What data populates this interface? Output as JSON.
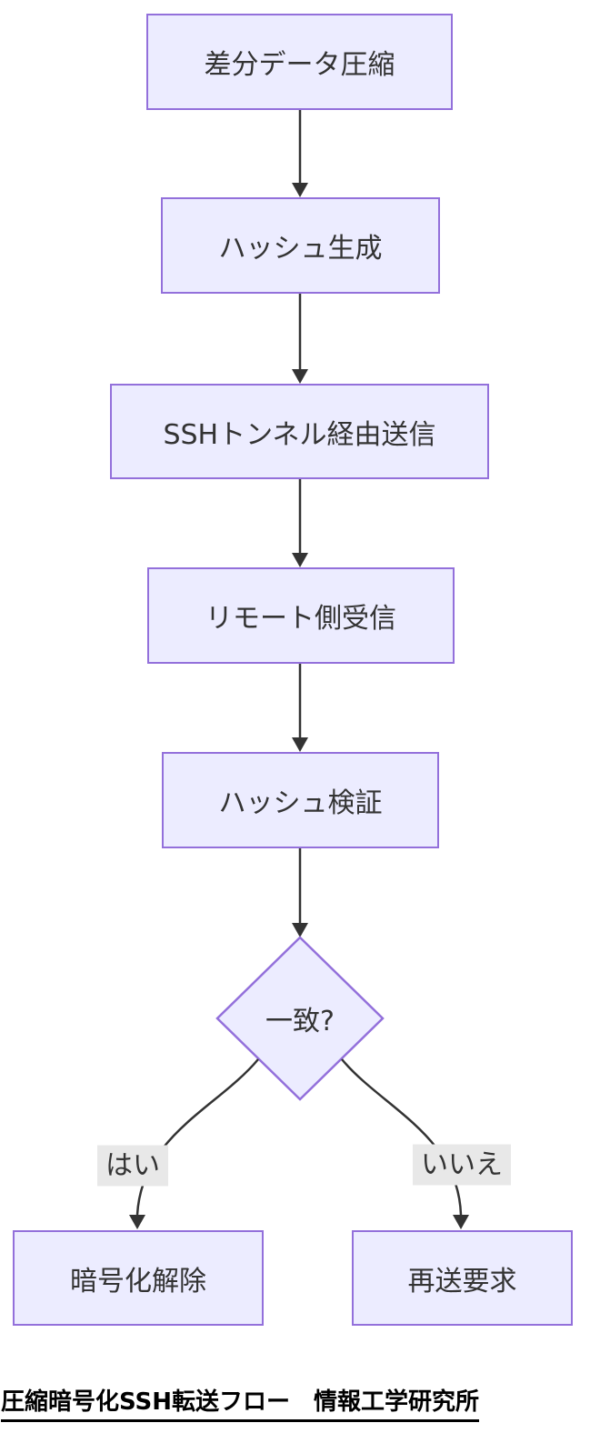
{
  "diagram": {
    "type": "flowchart",
    "direction": "top-down",
    "nodes": [
      {
        "id": "compress",
        "label": "差分データ圧縮",
        "shape": "rect"
      },
      {
        "id": "hash_generate",
        "label": "ハッシュ生成",
        "shape": "rect"
      },
      {
        "id": "ssh_send",
        "label": "SSHトンネル経由送信",
        "shape": "rect"
      },
      {
        "id": "remote_receive",
        "label": "リモート側受信",
        "shape": "rect"
      },
      {
        "id": "hash_verify",
        "label": "ハッシュ検証",
        "shape": "rect"
      },
      {
        "id": "match_decision",
        "label": "一致?",
        "shape": "diamond"
      },
      {
        "id": "decrypt",
        "label": "暗号化解除",
        "shape": "rect"
      },
      {
        "id": "resend",
        "label": "再送要求",
        "shape": "rect"
      }
    ],
    "edges": [
      {
        "from": "compress",
        "to": "hash_generate",
        "label": ""
      },
      {
        "from": "hash_generate",
        "to": "ssh_send",
        "label": ""
      },
      {
        "from": "ssh_send",
        "to": "remote_receive",
        "label": ""
      },
      {
        "from": "remote_receive",
        "to": "hash_verify",
        "label": ""
      },
      {
        "from": "hash_verify",
        "to": "match_decision",
        "label": ""
      },
      {
        "from": "match_decision",
        "to": "decrypt",
        "label": "はい"
      },
      {
        "from": "match_decision",
        "to": "resend",
        "label": "いいえ"
      }
    ],
    "colors": {
      "node_fill": "#ECECFF",
      "node_border": "#9370DB",
      "edge_stroke": "#333333",
      "edge_label_bg": "#e8e8e8",
      "node_text": "#333333",
      "footer_text": "#000000",
      "background": "#ffffff"
    }
  },
  "footer": {
    "title": "圧縮暗号化SSH転送フロー　情報工学研究所"
  }
}
